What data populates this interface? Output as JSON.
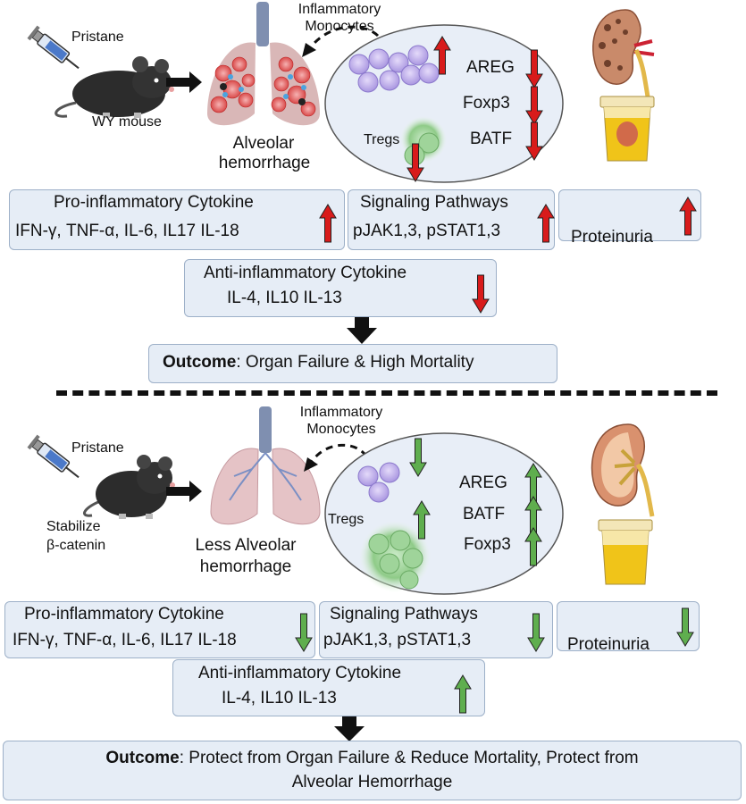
{
  "top": {
    "pristane": "Pristane",
    "mouse_label": "WY mouse",
    "alveolar": "Alveolar",
    "hemorrhage": "hemorrhage",
    "inflammatory": "Inflammatory",
    "monocytes": "Monocytes",
    "tregs": "Tregs",
    "areg": "AREG",
    "foxp3": "Foxp3",
    "batf": "BATF",
    "pro_title": "Pro-inflammatory Cytokine",
    "pro_list": "IFN-γ, TNF-α, IL-6, IL17 IL-18",
    "sig_title": "Signaling Pathways",
    "sig_list": "pJAK1,3, pSTAT1,3",
    "proteinuria": "Proteinuria",
    "anti_title": "Anti-inflammatory Cytokine",
    "anti_list": "IL-4, IL10 IL-13",
    "outcome_bold": "Outcome",
    "outcome_rest": ": Organ Failure & High Mortality"
  },
  "bottom": {
    "pristane": "Pristane",
    "stabilize": "Stabilize",
    "beta_catenin": "β-catenin",
    "less_alveolar": "Less Alveolar",
    "hemorrhage": "hemorrhage",
    "inflammatory": "Inflammatory",
    "monocytes": "Monocytes",
    "tregs": "Tregs",
    "areg": "AREG",
    "batf": "BATF",
    "foxp3": "Foxp3",
    "pro_title": "Pro-inflammatory Cytokine",
    "pro_list": "IFN-γ, TNF-α, IL-6, IL17 IL-18",
    "sig_title": "Signaling Pathways",
    "sig_list": "pJAK1,3, pSTAT1,3",
    "proteinuria": "Proteinuria",
    "anti_title": "Anti-inflammatory Cytokine",
    "anti_list": "IL-4, IL10 IL-13",
    "outcome_bold": "Outcome",
    "outcome_rest_line1": ": Protect from Organ Failure & Reduce Mortality, Protect from",
    "outcome_line2": "Alveolar Hemorrhage"
  },
  "colors": {
    "up_red": "#d81b1b",
    "down_green": "#5fae4e",
    "box_fill": "#e6edf6",
    "box_border": "#9db0c8",
    "monocyte": "#b9a6e6",
    "treg": "#9fd49a"
  },
  "icons": [
    "syringe-icon",
    "mouse-icon",
    "lungs-icon",
    "kidney-icon",
    "urine-cup-icon",
    "arrow-up-icon",
    "arrow-down-icon",
    "arrow-right-icon"
  ]
}
